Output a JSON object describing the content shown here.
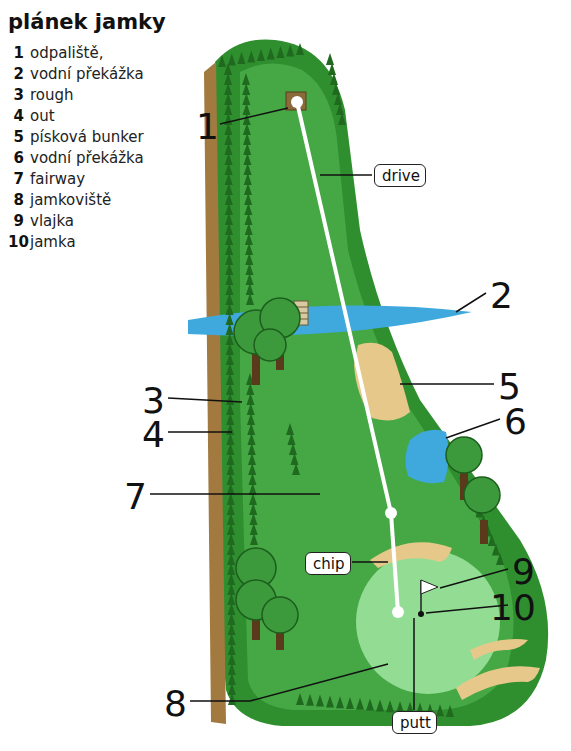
{
  "diagram": {
    "title": "plánek jamky",
    "nodes": [
      {
        "text": [
          "drive"
        ]
      },
      {
        "text": [
          "chip"
        ]
      },
      {
        "text": [
          "putt"
        ]
      }
    ],
    "labels": [
      "1",
      "odpaliště,",
      "2",
      "vodní překážka",
      "3",
      "rough",
      "4",
      "out",
      "5",
      "písková bunker",
      "6",
      "vodní překážka",
      "7",
      "fairway",
      "8",
      "jamkoviště",
      "9",
      "vlajka",
      "10",
      "jamka",
      "1",
      "2",
      "3",
      "4",
      "5",
      "6",
      "7",
      "8",
      "9",
      "10"
    ]
  }
}
